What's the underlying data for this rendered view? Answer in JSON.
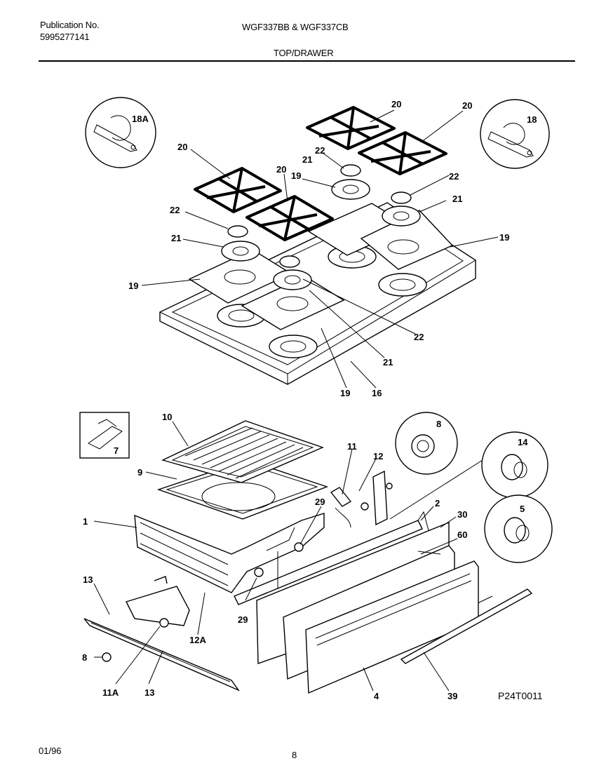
{
  "header": {
    "publication_label": "Publication No.",
    "publication_number": "5995277141",
    "models": "WGF337BB & WGF337CB",
    "section": "TOP/DRAWER"
  },
  "footer": {
    "date": "01/96",
    "page": "8",
    "drawing_id": "P24T0011"
  },
  "callouts": {
    "c18A": "18A",
    "c18": "18",
    "c20a": "20",
    "c20b": "20",
    "c20c": "20",
    "c20d": "20",
    "c21a": "21",
    "c21b": "21",
    "c21c": "21",
    "c21d": "21",
    "c22a": "22",
    "c22b": "22",
    "c22c": "22",
    "c22d": "22",
    "c19a": "19",
    "c19b": "19",
    "c19c": "19",
    "c19d": "19",
    "c16": "16",
    "c10": "10",
    "c7": "7",
    "c9": "9",
    "c1": "1",
    "c11": "11",
    "c12": "12",
    "c8a": "8",
    "c14": "14",
    "c5": "5",
    "c2": "2",
    "c30": "30",
    "c60": "60",
    "c29a": "29",
    "c29b": "29",
    "c13a": "13",
    "c13b": "13",
    "c12A": "12A",
    "c8b": "8",
    "c11A": "11A",
    "c4": "4",
    "c39": "39"
  }
}
